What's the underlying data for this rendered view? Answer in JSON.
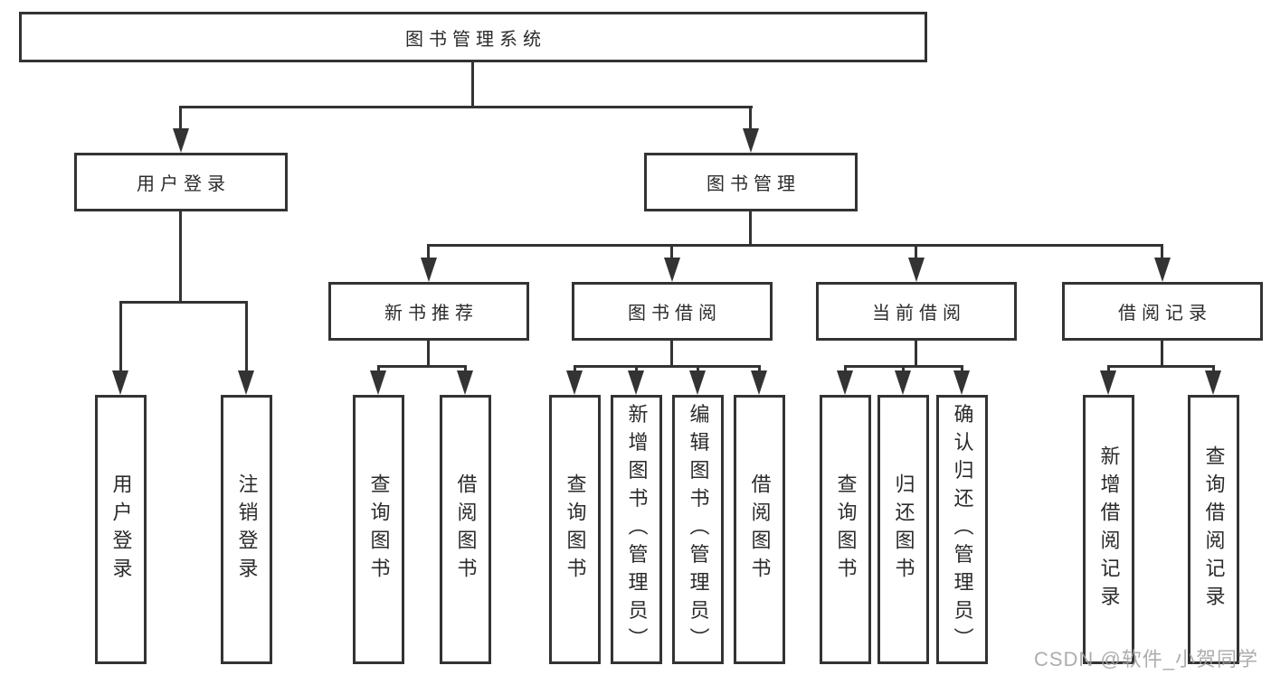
{
  "tree": {
    "root": {
      "label": "图书管理系统"
    },
    "branches": [
      {
        "label": "用户登录",
        "leaves": [
          "用户登录",
          "注销登录"
        ]
      },
      {
        "label": "图书管理",
        "children": [
          {
            "label": "新书推荐",
            "leaves": [
              "查询图书",
              "借阅图书"
            ]
          },
          {
            "label": "图书借阅",
            "leaves": [
              "查询图书",
              "新增图书（管理员）",
              "编辑图书（管理员）",
              "借阅图书"
            ]
          },
          {
            "label": "当前借阅",
            "leaves": [
              "查询图书",
              "归还图书",
              "确认归还（管理员）"
            ]
          },
          {
            "label": "借阅记录",
            "leaves": [
              "新增借阅记录",
              "查询借阅记录"
            ]
          }
        ]
      }
    ]
  },
  "watermark": {
    "text": "CSDN @软件_小贺同学"
  },
  "colors": {
    "line": "#333333",
    "text": "#2b2b2b",
    "watermark": "#9f9f9f",
    "background": "#ffffff"
  }
}
